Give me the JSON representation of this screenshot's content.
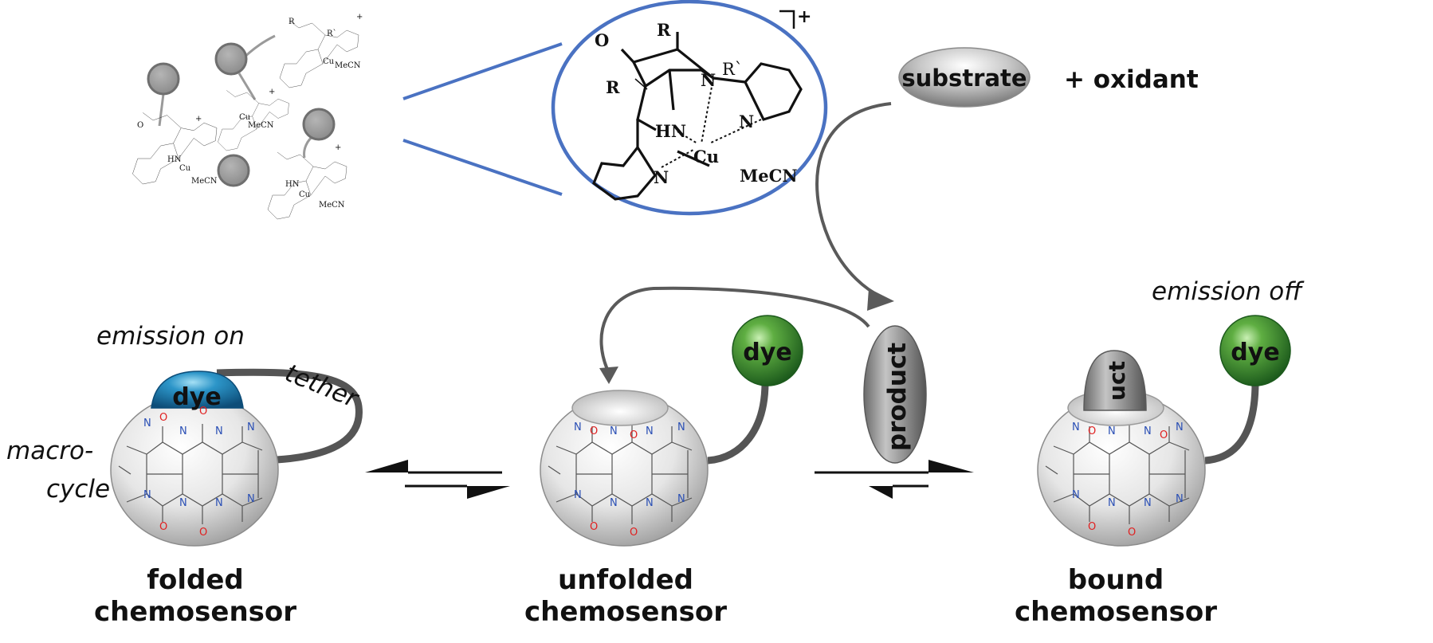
{
  "complex": {
    "carbonyl": "O",
    "substituent": "R",
    "substituent_prime": "R`",
    "bridge_n": "N",
    "amine": "HN",
    "metal": "Cu",
    "pyridine_n": "N",
    "ligand": "MeCN",
    "charge": "+"
  },
  "reactants": {
    "substrate_label": "substrate",
    "oxidant_label": "+ oxidant"
  },
  "product": {
    "label": "product",
    "bound_fragment": "uct"
  },
  "dye_label": "dye",
  "annotations": {
    "emission_on": "emission on",
    "emission_off": "emission off",
    "tether": "tether",
    "macrocycle_line1": "macro-",
    "macrocycle_line2": "cycle"
  },
  "states": {
    "folded": [
      "folded",
      "chemosensor"
    ],
    "unfolded": [
      "unfolded",
      "chemosensor"
    ],
    "bound": [
      "bound",
      "chemosensor"
    ]
  },
  "macrocycle": {
    "carbonyl_o": "O",
    "ring_n": "N"
  },
  "colors": {
    "blue_outline": "#4a72c2",
    "dye_green": "#2f7f2f",
    "dye_blue": "#1f7fb0",
    "bead_grey": "#8a8a8a",
    "macrocycle_n": "#2a4fb5",
    "macrocycle_o": "#e02020",
    "arrow_grey": "#5a5a5a"
  }
}
